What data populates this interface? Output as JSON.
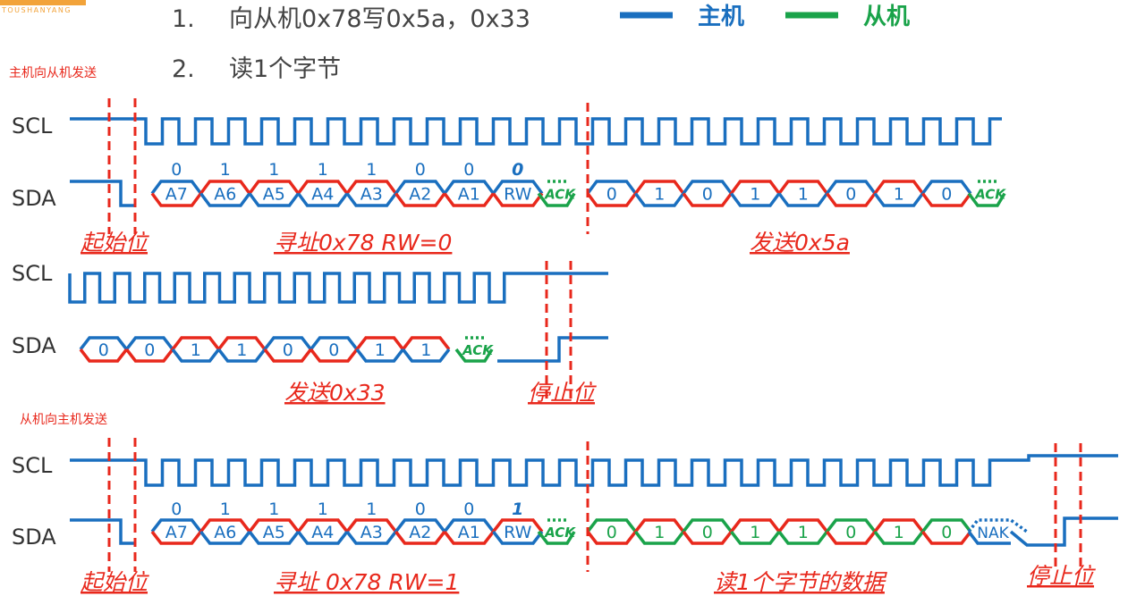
{
  "logo": {
    "sub": "TOUSHANYANG"
  },
  "header": {
    "item1_num": "1.",
    "item1_text": "向从机0x78写0x5a，0x33",
    "item2_num": "2.",
    "item2_text": "读1个字节",
    "legend_master": "主机",
    "legend_slave": "从机"
  },
  "colors": {
    "master": "#1a6fbf",
    "slave": "#1aa34a",
    "red": "#e8281c",
    "dashed": "#e8281c"
  },
  "sections": {
    "write_caption": "主机向从机发送",
    "read_caption": "从机向主机发送"
  },
  "labels": {
    "scl": "SCL",
    "sda": "SDA"
  },
  "write1": {
    "bits": [
      "0",
      "1",
      "1",
      "1",
      "1",
      "0",
      "0",
      "0"
    ],
    "cells": [
      "A7",
      "A6",
      "A5",
      "A4",
      "A3",
      "A2",
      "A1",
      "RW"
    ],
    "ack": "ACK",
    "data_bits": [
      "0",
      "1",
      "0",
      "1",
      "1",
      "0",
      "1",
      "0"
    ],
    "ack2": "ACK",
    "cap_start": "起始位",
    "cap_addr": "寻址0x78  RW=0",
    "cap_data": "发送0x5a"
  },
  "write2": {
    "data_bits": [
      "0",
      "0",
      "1",
      "1",
      "0",
      "0",
      "1",
      "1"
    ],
    "ack": "ACK",
    "cap_data": "发送0x33",
    "cap_stop": "停止位"
  },
  "read": {
    "bits": [
      "0",
      "1",
      "1",
      "1",
      "1",
      "0",
      "0",
      "1"
    ],
    "cells": [
      "A7",
      "A6",
      "A5",
      "A4",
      "A3",
      "A2",
      "A1",
      "RW"
    ],
    "ack": "ACK",
    "data_bits": [
      "0",
      "1",
      "0",
      "1",
      "1",
      "0",
      "1",
      "0"
    ],
    "nak": "NAK",
    "cap_start": "起始位",
    "cap_addr": "寻址  0x78  RW=1",
    "cap_data": "读1个字节的数据",
    "cap_stop": "停止位"
  }
}
